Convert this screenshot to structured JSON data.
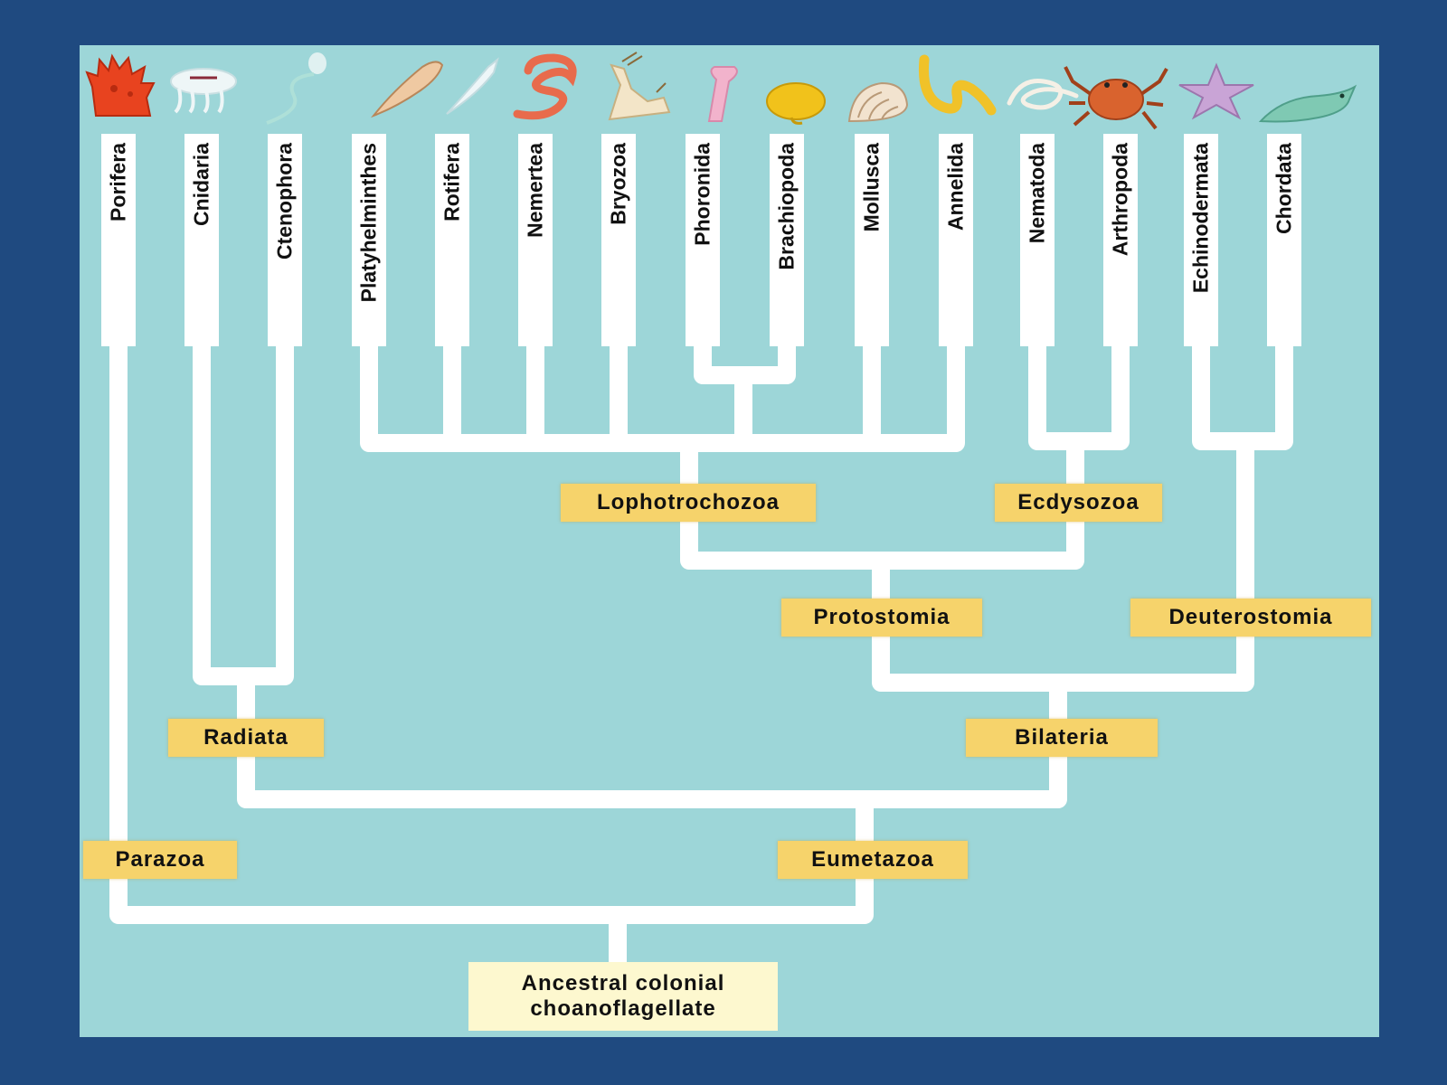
{
  "colors": {
    "background": "#1f4a80",
    "panel": "#9dd6d8",
    "branch": "#ffffff",
    "clade_label": "#f6d36b",
    "root_label": "#fdf8cf"
  },
  "phyla": [
    {
      "name": "Porifera",
      "icon": "sponge-icon"
    },
    {
      "name": "Cnidaria",
      "icon": "jellyfish-icon"
    },
    {
      "name": "Ctenophora",
      "icon": "comb-jelly-icon"
    },
    {
      "name": "Platyhelminthes",
      "icon": "flatworm-icon"
    },
    {
      "name": "Rotifera",
      "icon": "rotifer-icon"
    },
    {
      "name": "Nemertea",
      "icon": "ribbon-worm-icon"
    },
    {
      "name": "Bryozoa",
      "icon": "bryozoan-icon"
    },
    {
      "name": "Phoronida",
      "icon": "phoronid-icon"
    },
    {
      "name": "Brachiopoda",
      "icon": "brachiopod-icon"
    },
    {
      "name": "Mollusca",
      "icon": "shell-icon"
    },
    {
      "name": "Annelida",
      "icon": "earthworm-icon"
    },
    {
      "name": "Nematoda",
      "icon": "roundworm-icon"
    },
    {
      "name": "Arthropoda",
      "icon": "crab-icon"
    },
    {
      "name": "Echinodermata",
      "icon": "starfish-icon"
    },
    {
      "name": "Chordata",
      "icon": "fish-icon"
    }
  ],
  "clades": {
    "lophotrochozoa": "Lophotrochozoa",
    "ecdysozoa": "Ecdysozoa",
    "protostomia": "Protostomia",
    "deuterostomia": "Deuterostomia",
    "radiata": "Radiata",
    "bilateria": "Bilateria",
    "parazoa": "Parazoa",
    "eumetazoa": "Eumetazoa"
  },
  "root": {
    "line1": "Ancestral colonial",
    "line2": "choanoflagellate"
  }
}
